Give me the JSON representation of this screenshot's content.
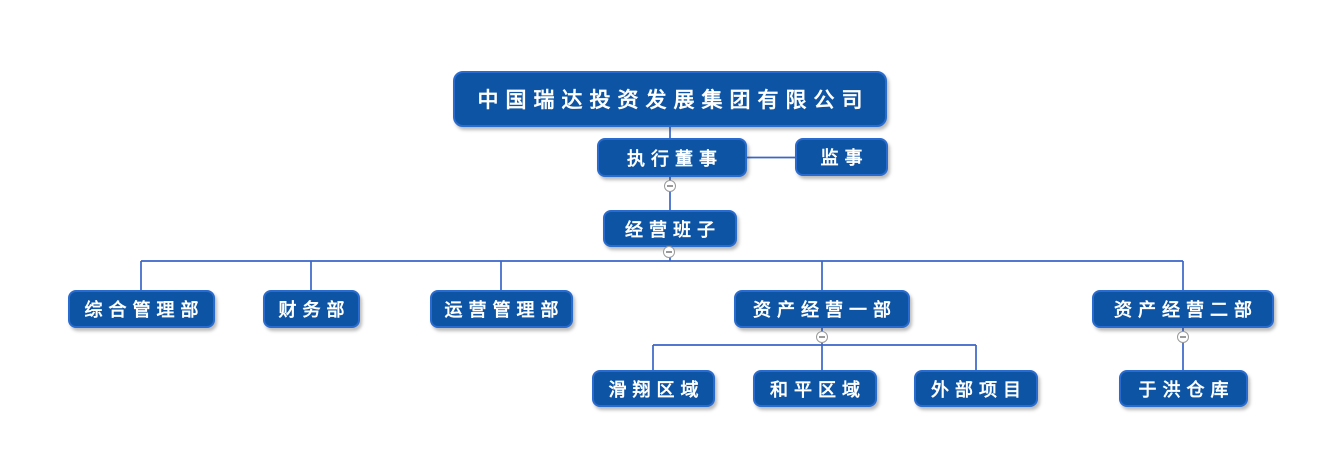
{
  "colors": {
    "node_fill": "#0d55a4",
    "node_border": "#2a6bcf",
    "node_text": "#ffffff",
    "connector": "#3a66c8",
    "toggle_border": "#9a9a9a",
    "canvas_bg": "#ffffff"
  },
  "icons": {
    "collapse_toggle": "minus-in-circle"
  },
  "org": {
    "nodes": {
      "company": "中国瑞达投资发展集团有限公司",
      "executive_director": "执行董事",
      "supervisor": "监事",
      "management_team": "经营班子",
      "general_management_dept": "综合管理部",
      "finance_dept": "财务部",
      "operations_management_dept": "运营管理部",
      "asset_operations_dept_1": "资产经营一部",
      "asset_operations_dept_2": "资产经营二部",
      "huaxiang_area": "滑翔区域",
      "heping_area": "和平区域",
      "external_projects": "外部项目",
      "yuhong_warehouse": "于洪仓库"
    },
    "hierarchy": {
      "id": "company",
      "children": [
        {
          "id": "executive_director",
          "peers": [
            "supervisor"
          ],
          "children": [
            {
              "id": "management_team",
              "children": [
                {
                  "id": "general_management_dept"
                },
                {
                  "id": "finance_dept"
                },
                {
                  "id": "operations_management_dept"
                },
                {
                  "id": "asset_operations_dept_1",
                  "children": [
                    {
                      "id": "huaxiang_area"
                    },
                    {
                      "id": "heping_area"
                    },
                    {
                      "id": "external_projects"
                    }
                  ]
                },
                {
                  "id": "asset_operations_dept_2",
                  "children": [
                    {
                      "id": "yuhong_warehouse"
                    }
                  ]
                }
              ]
            }
          ]
        }
      ]
    },
    "collapse_toggles": [
      "executive_director",
      "management_team",
      "asset_operations_dept_1",
      "asset_operations_dept_2"
    ],
    "toggle_state": "expanded"
  }
}
